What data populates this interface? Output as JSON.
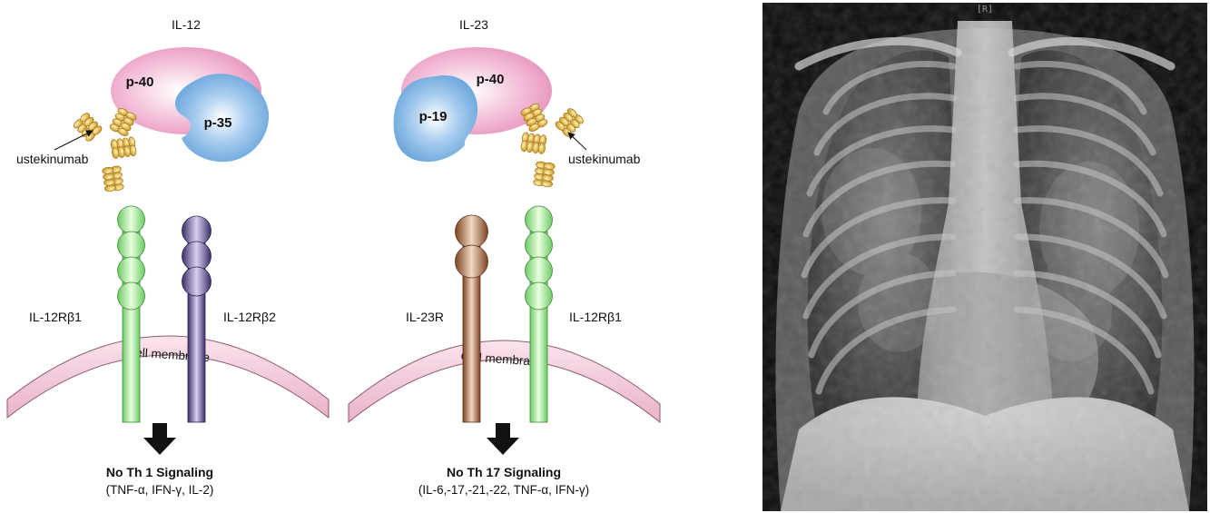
{
  "panels": {
    "il12": {
      "title": "IL-12",
      "subunit_large": "p-40",
      "subunit_small": "p-35",
      "antibody": "ustekinumab",
      "receptor_left": "IL-12Rβ1",
      "receptor_right": "IL-12Rβ2",
      "membrane": "Cell membrane",
      "result_title": "No Th 1 Signaling",
      "result_detail": "(TNF-α, IFN-γ, IL-2)"
    },
    "il23": {
      "title": "IL-23",
      "subunit_large": "p-40",
      "subunit_small": "p-19",
      "antibody": "ustekinumab",
      "receptor_left": "IL-23R",
      "receptor_right": "IL-12Rβ1",
      "membrane": "Cell membrane",
      "result_title": "No Th 17 Signaling",
      "result_detail": "(IL-6,-17,-21,-22, TNF-α, IFN-γ)"
    }
  },
  "xray": {
    "marker": "[R]"
  },
  "colors": {
    "p40": "#e58fb8",
    "p35": "#5f9fd8",
    "antibody": "#d9a520",
    "receptor_green": "#8fe08a",
    "receptor_purple": "#5b4a8c",
    "receptor_brown": "#9a5a2c",
    "membrane": "#f2c9d9"
  }
}
